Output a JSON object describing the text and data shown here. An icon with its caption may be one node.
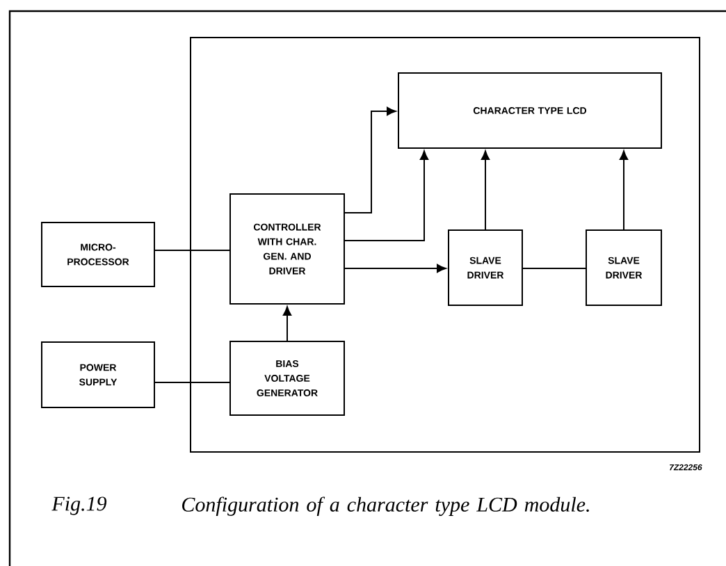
{
  "diagram": {
    "caption": "Configuration of a character type LCD module.",
    "nodes": [
      {
        "text": [],
        "shape": "box"
      },
      {
        "text": [
          "CHARACTER TYPE LCD"
        ],
        "in": 0
      },
      {
        "text": [
          "MICRO-PROCESSOR"
        ]
      },
      {
        "text": [
          "CONTROLLER WITH CHAR. GEN. AND DRIVER"
        ],
        "in": 0
      },
      {
        "text": [
          "SLAVE DRIVER"
        ],
        "in": 0
      },
      {
        "text": [
          "SLAVE DRIVER"
        ],
        "in": 0
      },
      {
        "text": [
          "POWER SUPPLY"
        ]
      },
      {
        "text": [
          "BIAS VOLTAGE GENERATOR"
        ],
        "in": 0
      }
    ],
    "edges": [
      {
        "from": 2,
        "to": 3,
        "arrow": "none"
      },
      {
        "from": 3,
        "to": 1,
        "arrow": "to"
      },
      {
        "from": 3,
        "to": 1,
        "arrow": "to"
      },
      {
        "from": 3,
        "to": 4,
        "arrow": "to"
      },
      {
        "from": 4,
        "to": 5,
        "arrow": "none"
      },
      {
        "from": 4,
        "to": 1,
        "arrow": "to"
      },
      {
        "from": 5,
        "to": 1,
        "arrow": "to"
      },
      {
        "from": 6,
        "to": 7,
        "arrow": "none"
      },
      {
        "from": 7,
        "to": 3,
        "arrow": "to"
      }
    ],
    "labels": [
      "7Z22256",
      "Fig.19"
    ]
  }
}
